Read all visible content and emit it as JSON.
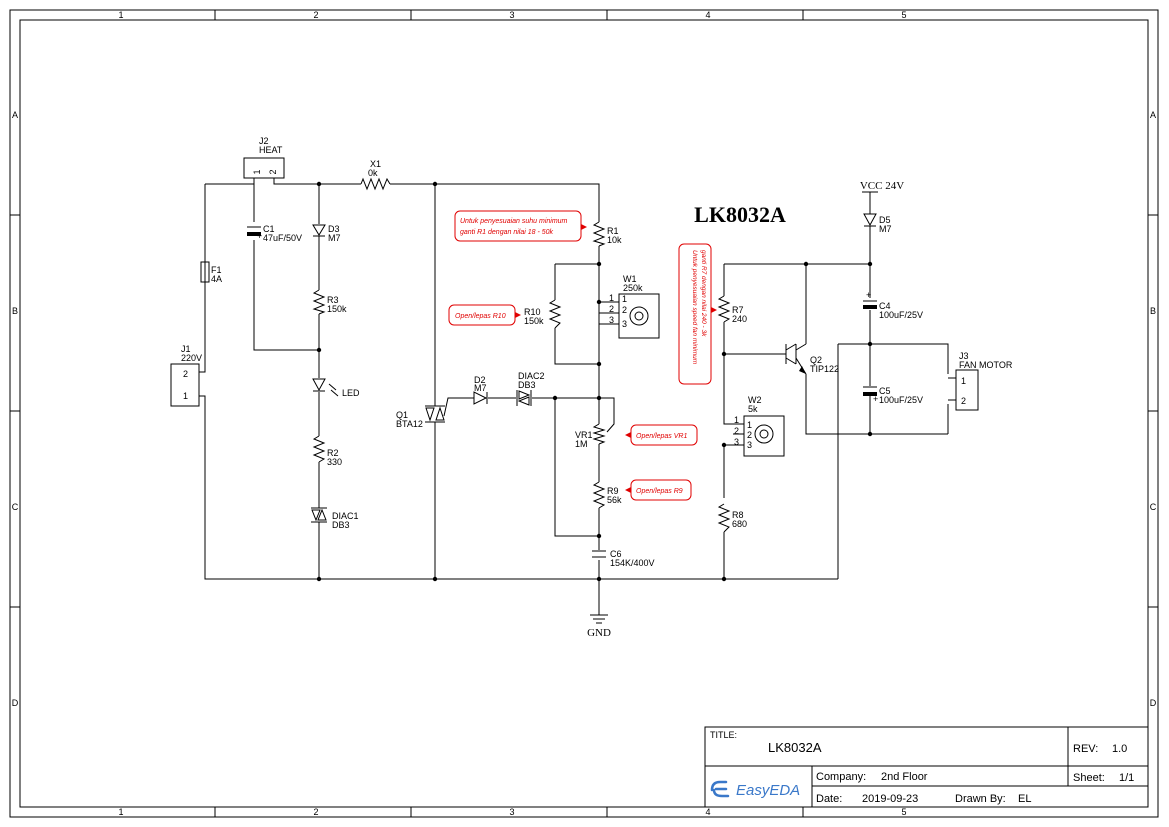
{
  "border": {
    "columns": [
      "1",
      "2",
      "3",
      "4",
      "5"
    ],
    "rows": [
      "A",
      "B",
      "C",
      "D"
    ]
  },
  "header_title": "LK8032A",
  "components": {
    "j2": {
      "ref": "J2",
      "value": "HEAT",
      "pin1": "1",
      "pin2": "2"
    },
    "x1": {
      "ref": "X1",
      "value": "0k"
    },
    "c1": {
      "ref": "C1",
      "value": "47uF/50V"
    },
    "d3": {
      "ref": "D3",
      "value": "M7"
    },
    "f1": {
      "ref": "F1",
      "value": "4A"
    },
    "j1": {
      "ref": "J1",
      "value": "220V",
      "pin2": "2",
      "pin1": "1"
    },
    "r3": {
      "ref": "R3",
      "value": "150k"
    },
    "led": {
      "value": "LED"
    },
    "r2": {
      "ref": "R2",
      "value": "330"
    },
    "diac1": {
      "ref": "DIAC1",
      "value": "DB3"
    },
    "q1": {
      "ref": "Q1",
      "value": "BTA12"
    },
    "d2": {
      "ref": "D2",
      "value": "M7"
    },
    "diac2": {
      "ref": "DIAC2",
      "value": "DB3"
    },
    "r1": {
      "ref": "R1",
      "value": "10k"
    },
    "r10": {
      "ref": "R10",
      "value": "150k"
    },
    "w1": {
      "ref": "W1",
      "value": "250k",
      "pin1": "1",
      "pin2": "2",
      "pin3": "3"
    },
    "vr1": {
      "ref": "VR1",
      "value": "1M"
    },
    "r9": {
      "ref": "R9",
      "value": "56k"
    },
    "c6": {
      "ref": "C6",
      "value": "154K/400V"
    },
    "gnd": {
      "value": "GND"
    },
    "vcc": {
      "value": "VCC 24V"
    },
    "d5": {
      "ref": "D5",
      "value": "M7"
    },
    "c4": {
      "ref": "C4",
      "value": "100uF/25V"
    },
    "r7": {
      "ref": "R7",
      "value": "240"
    },
    "q2": {
      "ref": "Q2",
      "value": "TIP122"
    },
    "c5": {
      "ref": "C5",
      "value": "100uF/25V"
    },
    "j3": {
      "ref": "J3",
      "value": "FAN MOTOR",
      "pin1": "1",
      "pin2": "2"
    },
    "w2": {
      "ref": "W2",
      "value": "5k",
      "pin1": "1",
      "pin2": "2",
      "pin3": "3"
    },
    "r8": {
      "ref": "R8",
      "value": "680"
    }
  },
  "notes": {
    "r1_note_line1": "Untuk penyesuaian suhu minimum",
    "r1_note_line2": "ganti R1 dengan nilai 18 - 50k",
    "r10_note": "Open/lepas R10",
    "vr1_note": "Open/lepas VR1",
    "r9_note": "Open/lepas R9",
    "r7_note_line1": "Untuk penyesuaian speed fan minimum",
    "r7_note_line2": "ganti R7 dengan nilai 240 - 3k"
  },
  "title_block": {
    "title_label": "TITLE:",
    "title": "LK8032A",
    "rev_label": "REV:",
    "rev": "1.0",
    "company_label": "Company:",
    "company": "2nd Floor",
    "sheet_label": "Sheet:",
    "sheet": "1/1",
    "date_label": "Date:",
    "date": "2019-09-23",
    "drawn_label": "Drawn By:",
    "drawn": "EL",
    "logo": "EasyEDA"
  },
  "colors": {
    "note": "#e00000",
    "wire": "#000000"
  }
}
